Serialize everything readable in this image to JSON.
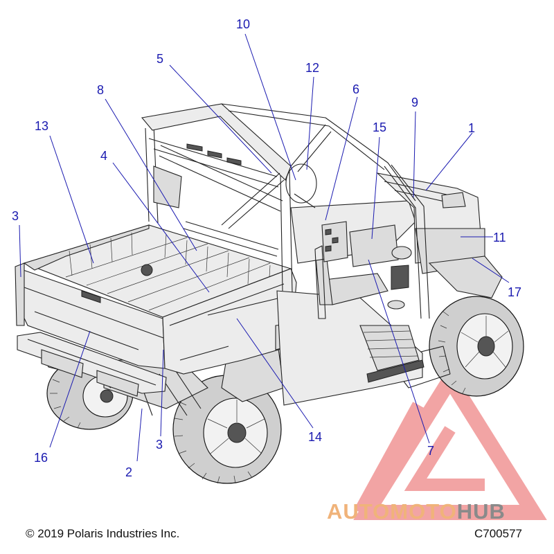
{
  "callouts": [
    "1",
    "2",
    "3",
    "4",
    "5",
    "6",
    "7",
    "8",
    "9",
    "10",
    "11",
    "12",
    "13",
    "14",
    "15",
    "16",
    "17"
  ],
  "callout_labels": {
    "c1": "1",
    "c2": "2",
    "c3a": "3",
    "c3b": "3",
    "c4": "4",
    "c5": "5",
    "c6": "6",
    "c7": "7",
    "c8": "8",
    "c9": "9",
    "c10": "10",
    "c11": "11",
    "c12": "12",
    "c13": "13",
    "c14": "14",
    "c15": "15",
    "c16": "16",
    "c17": "17"
  },
  "footer": {
    "copyright": "© 2019 Polaris Industries Inc.",
    "code": "C700577"
  },
  "watermark": {
    "part1": "AUTOMOTO",
    "part2": "HUB",
    "color_primary": "#f0b37a",
    "color_secondary": "#8a8a8a",
    "triangle_color": "#e85a5a"
  },
  "colors": {
    "callout": "#1a1ab0",
    "line": "#222222",
    "panel_fill": "#ececec"
  }
}
